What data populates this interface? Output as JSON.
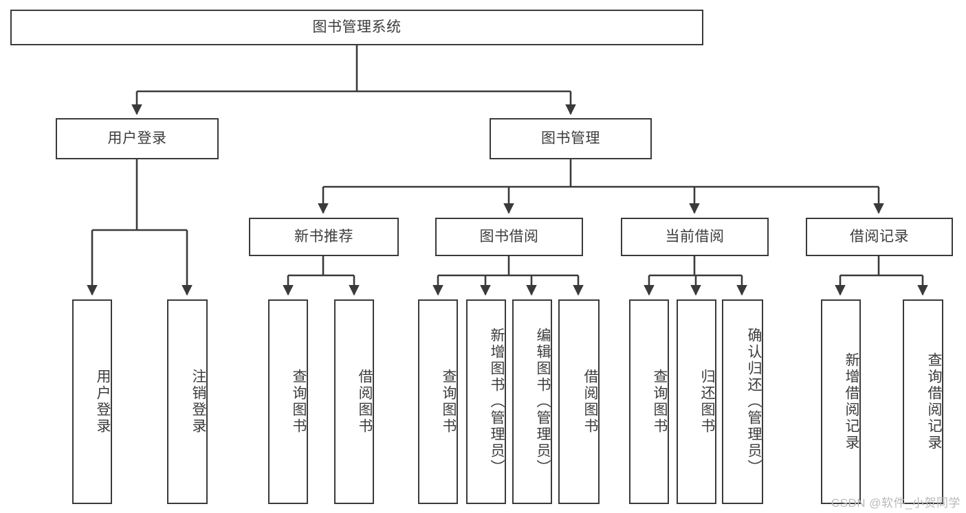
{
  "diagram": {
    "type": "tree-hierarchy",
    "title": "图书管理系统",
    "watermark": "CSDN @软件_小贺同学",
    "colors": {
      "box_border": "#3a3a3a",
      "box_fill": "#ffffff",
      "text": "#3c3c3c",
      "connector": "#3a3a3a",
      "watermark": "#b9b9b9",
      "background": "#ffffff"
    },
    "levels": {
      "root": {
        "label": "图书管理系统",
        "orientation": "horizontal"
      },
      "level2": [
        {
          "id": "user-login",
          "label": "用户登录",
          "orientation": "horizontal"
        },
        {
          "id": "book-management",
          "label": "图书管理",
          "orientation": "horizontal"
        }
      ],
      "level3": [
        {
          "id": "new-book-recommend",
          "label": "新书推荐",
          "orientation": "horizontal",
          "parent": "book-management"
        },
        {
          "id": "book-borrow",
          "label": "图书借阅",
          "orientation": "horizontal",
          "parent": "book-management"
        },
        {
          "id": "current-borrow",
          "label": "当前借阅",
          "orientation": "horizontal",
          "parent": "book-management"
        },
        {
          "id": "borrow-record",
          "label": "借阅记录",
          "orientation": "horizontal",
          "parent": "book-management"
        }
      ],
      "leaves": [
        {
          "id": "leaf-user-login",
          "label": "用户登录",
          "parent": "user-login"
        },
        {
          "id": "leaf-logout-login",
          "label": "注销登录",
          "parent": "user-login"
        },
        {
          "id": "leaf-query-book-1",
          "label": "查询图书",
          "parent": "new-book-recommend"
        },
        {
          "id": "leaf-borrow-book-1",
          "label": "借阅图书",
          "parent": "new-book-recommend"
        },
        {
          "id": "leaf-query-book-2",
          "label": "查询图书",
          "parent": "book-borrow"
        },
        {
          "id": "leaf-add-book",
          "label": "新增图书（管理员）",
          "parent": "book-borrow"
        },
        {
          "id": "leaf-edit-book",
          "label": "编辑图书（管理员）",
          "parent": "book-borrow"
        },
        {
          "id": "leaf-borrow-book-2",
          "label": "借阅图书",
          "parent": "book-borrow"
        },
        {
          "id": "leaf-query-book-3",
          "label": "查询图书",
          "parent": "current-borrow"
        },
        {
          "id": "leaf-return-book",
          "label": "归还图书",
          "parent": "current-borrow"
        },
        {
          "id": "leaf-confirm-return",
          "label": "确认归还（管理员）",
          "parent": "current-borrow"
        },
        {
          "id": "leaf-add-record",
          "label": "新增借阅记录",
          "parent": "borrow-record"
        },
        {
          "id": "leaf-query-record",
          "label": "查询借阅记录",
          "parent": "borrow-record"
        }
      ]
    }
  }
}
